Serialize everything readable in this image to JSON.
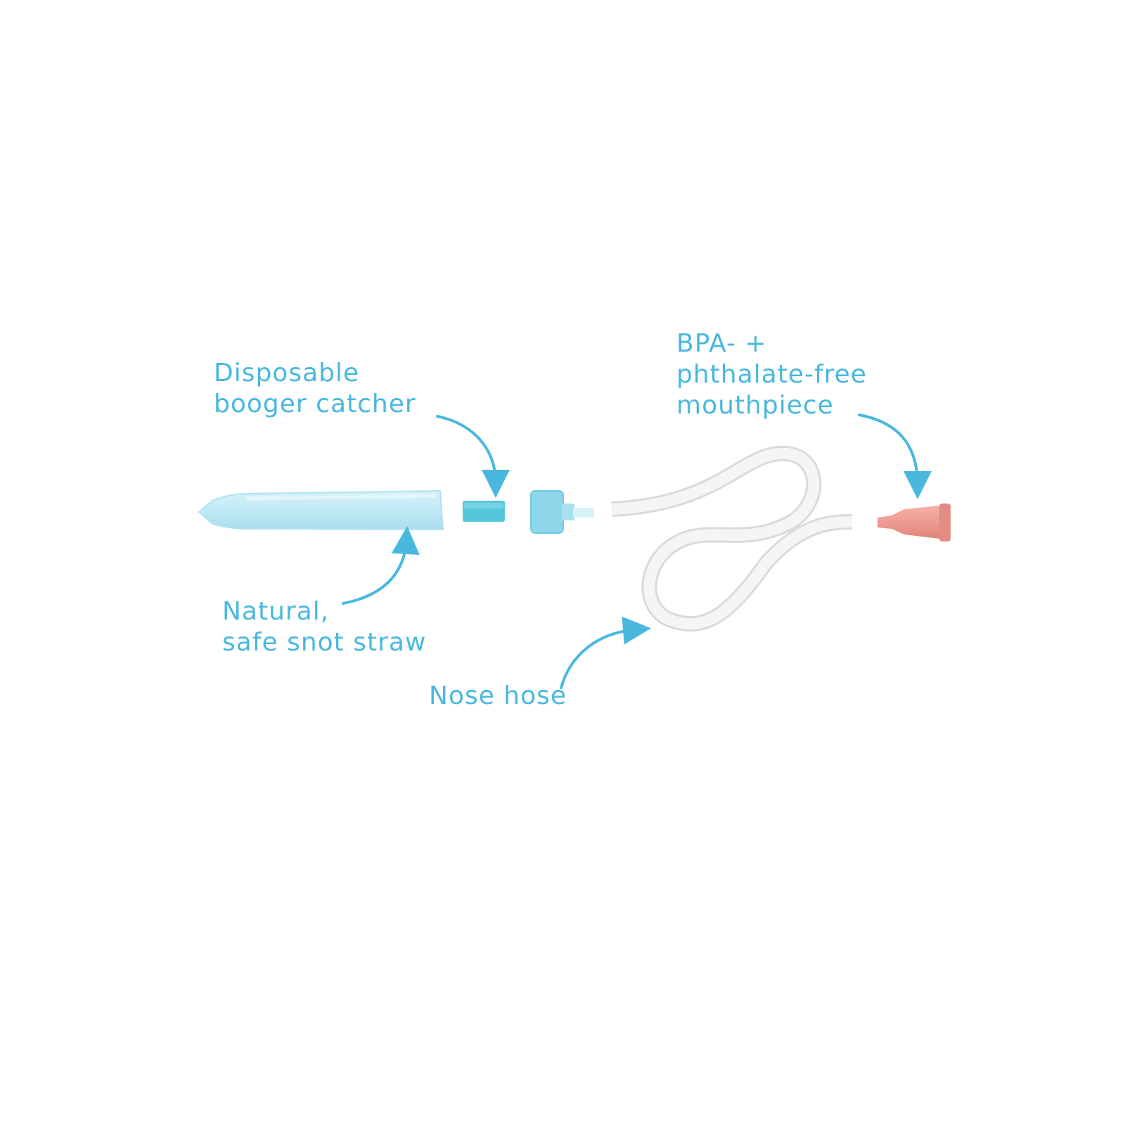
{
  "colors": {
    "accent": "#49b8df",
    "straw": "#bfe8f3",
    "filter": "#57c6dd",
    "connector": "#8fd6ea",
    "hose": "#f2f2f2",
    "mouthpiece": "#ef9a91",
    "background": "#ffffff"
  },
  "callouts": {
    "booger_catcher": {
      "line1": "Disposable",
      "line2": "booger catcher"
    },
    "snot_straw": {
      "line1": "Natural,",
      "line2": "safe snot straw"
    },
    "nose_hose": {
      "line1": "Nose hose"
    },
    "mouthpiece": {
      "line1": "BPA- +",
      "line2": "phthalate-free",
      "line3": "mouthpiece"
    }
  }
}
